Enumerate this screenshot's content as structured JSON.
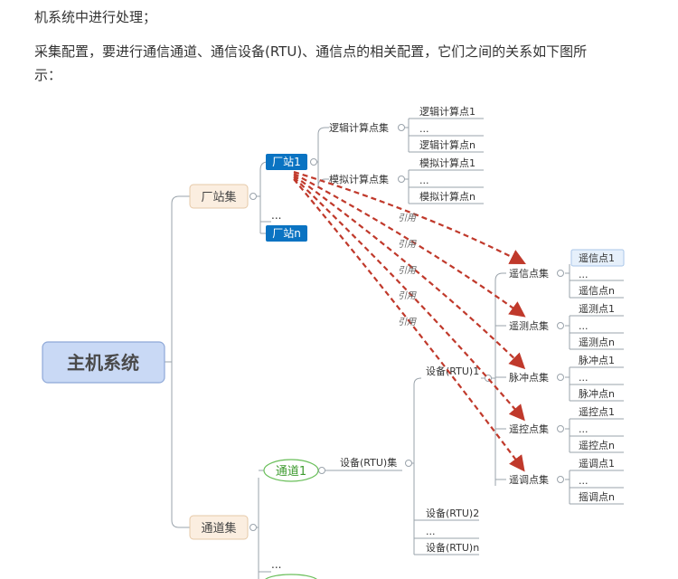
{
  "text": {
    "para1_tail": "机系统中进行处理；",
    "para2_line1": "采集配置，要进行通信通道、通信设备(RTU)、通信点的相关配置，它们之间的关系如下图所",
    "para2_line2": "示："
  },
  "diagram": {
    "root": "主机系统",
    "station_set": "厂站集",
    "station1": "厂站1",
    "station_dots": "...",
    "stationn": "厂站n",
    "logic_set": "逻辑计算点集",
    "logic1": "逻辑计算点1",
    "logic_dots": "...",
    "logicn": "逻辑计算点n",
    "analog_set": "模拟计算点集",
    "analog1": "模拟计算点1",
    "analog_dots": "...",
    "analogn": "模拟计算点n",
    "ref_label": "引用",
    "channel_set": "通道集",
    "channel1": "通道1",
    "channel_dots": "...",
    "device_set": "设备(RTU)集",
    "device1": "设备(RTU)1",
    "device2": "设备(RTU)2",
    "device_dots": "...",
    "devicen": "设备(RTU)n",
    "point_sets": [
      {
        "name": "遥信点集",
        "first": "遥信点1",
        "dots": "...",
        "last": "遥信点n"
      },
      {
        "name": "遥测点集",
        "first": "遥测点1",
        "dots": "...",
        "last": "遥测点n"
      },
      {
        "name": "脉冲点集",
        "first": "脉冲点1",
        "dots": "...",
        "last": "脉冲点n"
      },
      {
        "name": "遥控点集",
        "first": "遥控点1",
        "dots": "...",
        "last": "遥控点n"
      },
      {
        "name": "遥调点集",
        "first": "遥调点1",
        "dots": "...",
        "last": "摇调点n"
      }
    ]
  }
}
